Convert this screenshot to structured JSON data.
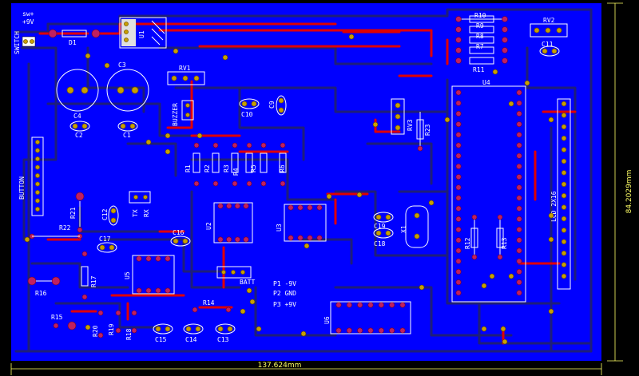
{
  "board": {
    "width_label": "137.624mm",
    "height_label": "84.2029mm",
    "colors": {
      "ground_pour": "#0000ff",
      "bottom_trace": "#1e1e7a",
      "top_trace": "#e00000",
      "pad": "#c8a000",
      "silkscreen": "#ffffff",
      "dimension": "#ffff66"
    }
  },
  "labels": {
    "switch": "SWITCH",
    "sw_plus": "sw+",
    "plus9v": "+9V",
    "d1": "D1",
    "u1": "U1",
    "c3": "C3",
    "c4": "C4",
    "c2": "C2",
    "c1": "C1",
    "rv1": "RV1",
    "buzzer": "BUZZER",
    "c10": "C10",
    "c9": "C9",
    "r10": "R10",
    "r9": "R9",
    "r8": "R8",
    "r7": "R7",
    "r11": "R11",
    "rv2": "RV2",
    "c11": "C11",
    "u4": "U4",
    "rv3": "RV3",
    "r23": "R23",
    "button": "BUTTON",
    "r1": "R1",
    "r2": "R2",
    "r3": "R3",
    "r4": "R4",
    "r5": "R5",
    "r6": "R6",
    "r21": "R21",
    "c12": "C12",
    "tx": "TX",
    "rx": "RX",
    "u2": "U2",
    "u3": "U3",
    "c19": "C19",
    "c18": "C18",
    "x1": "X1",
    "r12": "R12",
    "r13": "R13",
    "lcd": "LCD 2X16",
    "r22": "R22",
    "c17": "C17",
    "c16": "C16",
    "u5": "U5",
    "r17": "R17",
    "r16": "R16",
    "batt": "BATT",
    "p1": "P1 -9V",
    "p2": "P2 GND",
    "p3": "P3 +9V",
    "r14": "R14",
    "r15": "R15",
    "r20": "R20",
    "r19": "R19",
    "r18": "R18",
    "c15": "C15",
    "c14": "C14",
    "c13": "C13",
    "u6": "U6"
  }
}
